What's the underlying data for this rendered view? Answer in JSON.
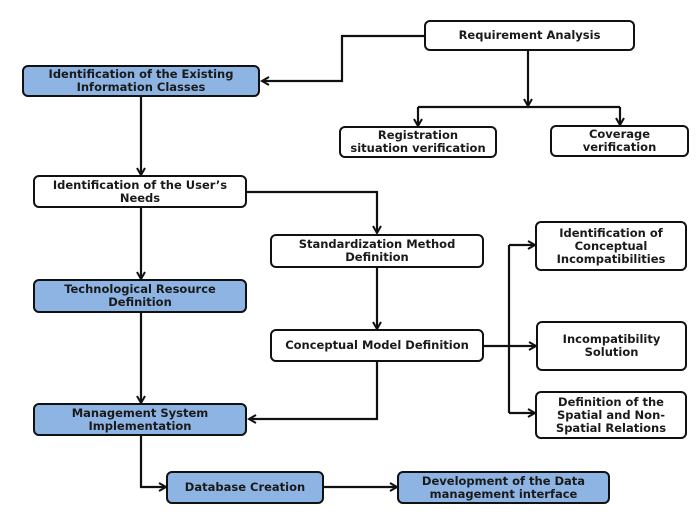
{
  "diagram": {
    "type": "flowchart",
    "colors": {
      "highlight_fill": "#8eb4e3",
      "default_fill": "#ffffff",
      "stroke": "#111111"
    },
    "nodes": {
      "requirement_analysis": {
        "label": "Requirement Analysis",
        "style": "white"
      },
      "existing_info_classes": {
        "label": "Identification  of the Existing\nInformation  Classes",
        "style": "blue"
      },
      "registration_verification": {
        "label": "Registration\nsituation  verification",
        "style": "white"
      },
      "coverage_verification": {
        "label": "Coverage\nverification",
        "style": "white"
      },
      "users_needs": {
        "label": "Identification  of the User’s\nNeeds",
        "style": "white"
      },
      "standardization_method": {
        "label": "Standardization  Method\nDefinition",
        "style": "white"
      },
      "conceptual_incompatibilities": {
        "label": "Identification  of\nConceptual\nIncompatibilities",
        "style": "white"
      },
      "technological_resource": {
        "label": "Technological  Resource\nDefinition",
        "style": "blue"
      },
      "conceptual_model": {
        "label": "Conceptual Model Definition",
        "style": "white"
      },
      "incompatibility_solution": {
        "label": "Incompatibility\nSolution",
        "style": "white"
      },
      "management_system": {
        "label": "Management System\nImplementation",
        "style": "blue"
      },
      "spatial_relations": {
        "label": "Definition  of the\nSpatial  and Non-\nSpatial  Relations",
        "style": "white"
      },
      "database_creation": {
        "label": "Database Creation",
        "style": "blue"
      },
      "data_management_interface": {
        "label": "Development  of the Data\nmanagement interface",
        "style": "blue"
      }
    },
    "edges": [
      {
        "from": "requirement_analysis",
        "to": "existing_info_classes"
      },
      {
        "from": "requirement_analysis",
        "to": "registration_verification"
      },
      {
        "from": "requirement_analysis",
        "to": "coverage_verification"
      },
      {
        "from": "existing_info_classes",
        "to": "users_needs"
      },
      {
        "from": "users_needs",
        "to": "technological_resource"
      },
      {
        "from": "users_needs",
        "to": "standardization_method"
      },
      {
        "from": "standardization_method",
        "to": "conceptual_model"
      },
      {
        "from": "conceptual_model",
        "to": "conceptual_incompatibilities"
      },
      {
        "from": "conceptual_model",
        "to": "incompatibility_solution"
      },
      {
        "from": "conceptual_model",
        "to": "spatial_relations"
      },
      {
        "from": "conceptual_model",
        "to": "management_system"
      },
      {
        "from": "technological_resource",
        "to": "management_system"
      },
      {
        "from": "management_system",
        "to": "database_creation"
      },
      {
        "from": "database_creation",
        "to": "data_management_interface"
      }
    ]
  }
}
